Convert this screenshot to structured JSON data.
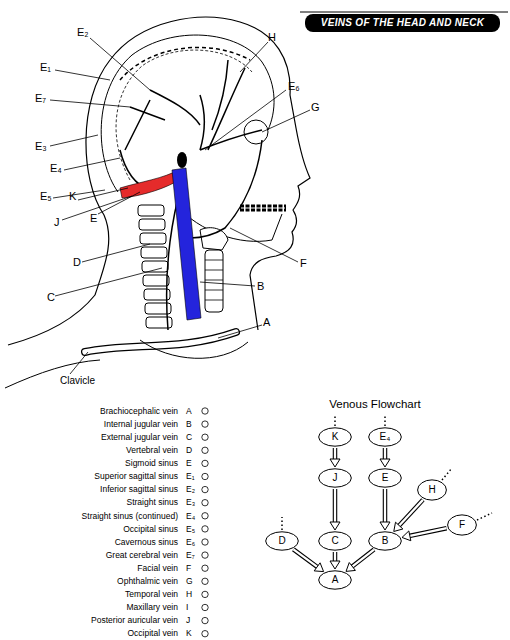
{
  "diagram": {
    "title": "VEINS OF THE HEAD AND NECK",
    "nodes": [
      {
        "text": [
          "K"
        ]
      },
      {
        "text": [
          "E₄"
        ]
      },
      {
        "text": [
          "J"
        ]
      },
      {
        "text": [
          "E"
        ]
      },
      {
        "text": [
          "H"
        ]
      },
      {
        "text": [
          "F"
        ]
      },
      {
        "text": [
          "D"
        ]
      },
      {
        "text": [
          "C"
        ]
      },
      {
        "text": [
          "B"
        ]
      },
      {
        "text": [
          "A"
        ]
      }
    ],
    "edges": [
      {
        "from": 0,
        "to": 2,
        "arrow": "to"
      },
      {
        "from": 1,
        "to": 3,
        "arrow": "to"
      },
      {
        "from": 2,
        "to": 7,
        "arrow": "to"
      },
      {
        "from": 3,
        "to": 8,
        "arrow": "to"
      },
      {
        "from": 4,
        "to": 8,
        "arrow": "to"
      },
      {
        "from": 5,
        "to": 8,
        "arrow": "to"
      },
      {
        "from": 6,
        "to": 9,
        "arrow": "to"
      },
      {
        "from": 7,
        "to": 9,
        "arrow": "to"
      },
      {
        "from": 8,
        "to": 9,
        "arrow": "to"
      }
    ],
    "labels": [
      "E₂",
      "H",
      "E₁",
      "E₆",
      "E₇",
      "G",
      "E₃",
      "E₄",
      "E₅",
      "K",
      "J",
      "E",
      "D",
      "F",
      "C",
      "B",
      "A",
      "Clavicle",
      "Venous Flowchart",
      "Brachiocephalic vein",
      "A",
      "Internal jugular vein",
      "B",
      "External jugular vein",
      "C",
      "Vertebral vein",
      "D",
      "Sigmoid sinus",
      "E",
      "Superior sagittal sinus",
      "E₁",
      "Inferior sagittal sinus",
      "E₂",
      "Straight sinus",
      "E₃",
      "Straight sinus (continued)",
      "E₄",
      "Occipital sinus",
      "E₅",
      "Cavernous sinus",
      "E₆",
      "Great cerebral vein",
      "E₇",
      "Facial vein",
      "F",
      "Ophthalmic vein",
      "G",
      "Temporal vein",
      "H",
      "Maxillary vein",
      "I",
      "Posterior auricular vein",
      "J",
      "Occipital vein",
      "K"
    ]
  }
}
